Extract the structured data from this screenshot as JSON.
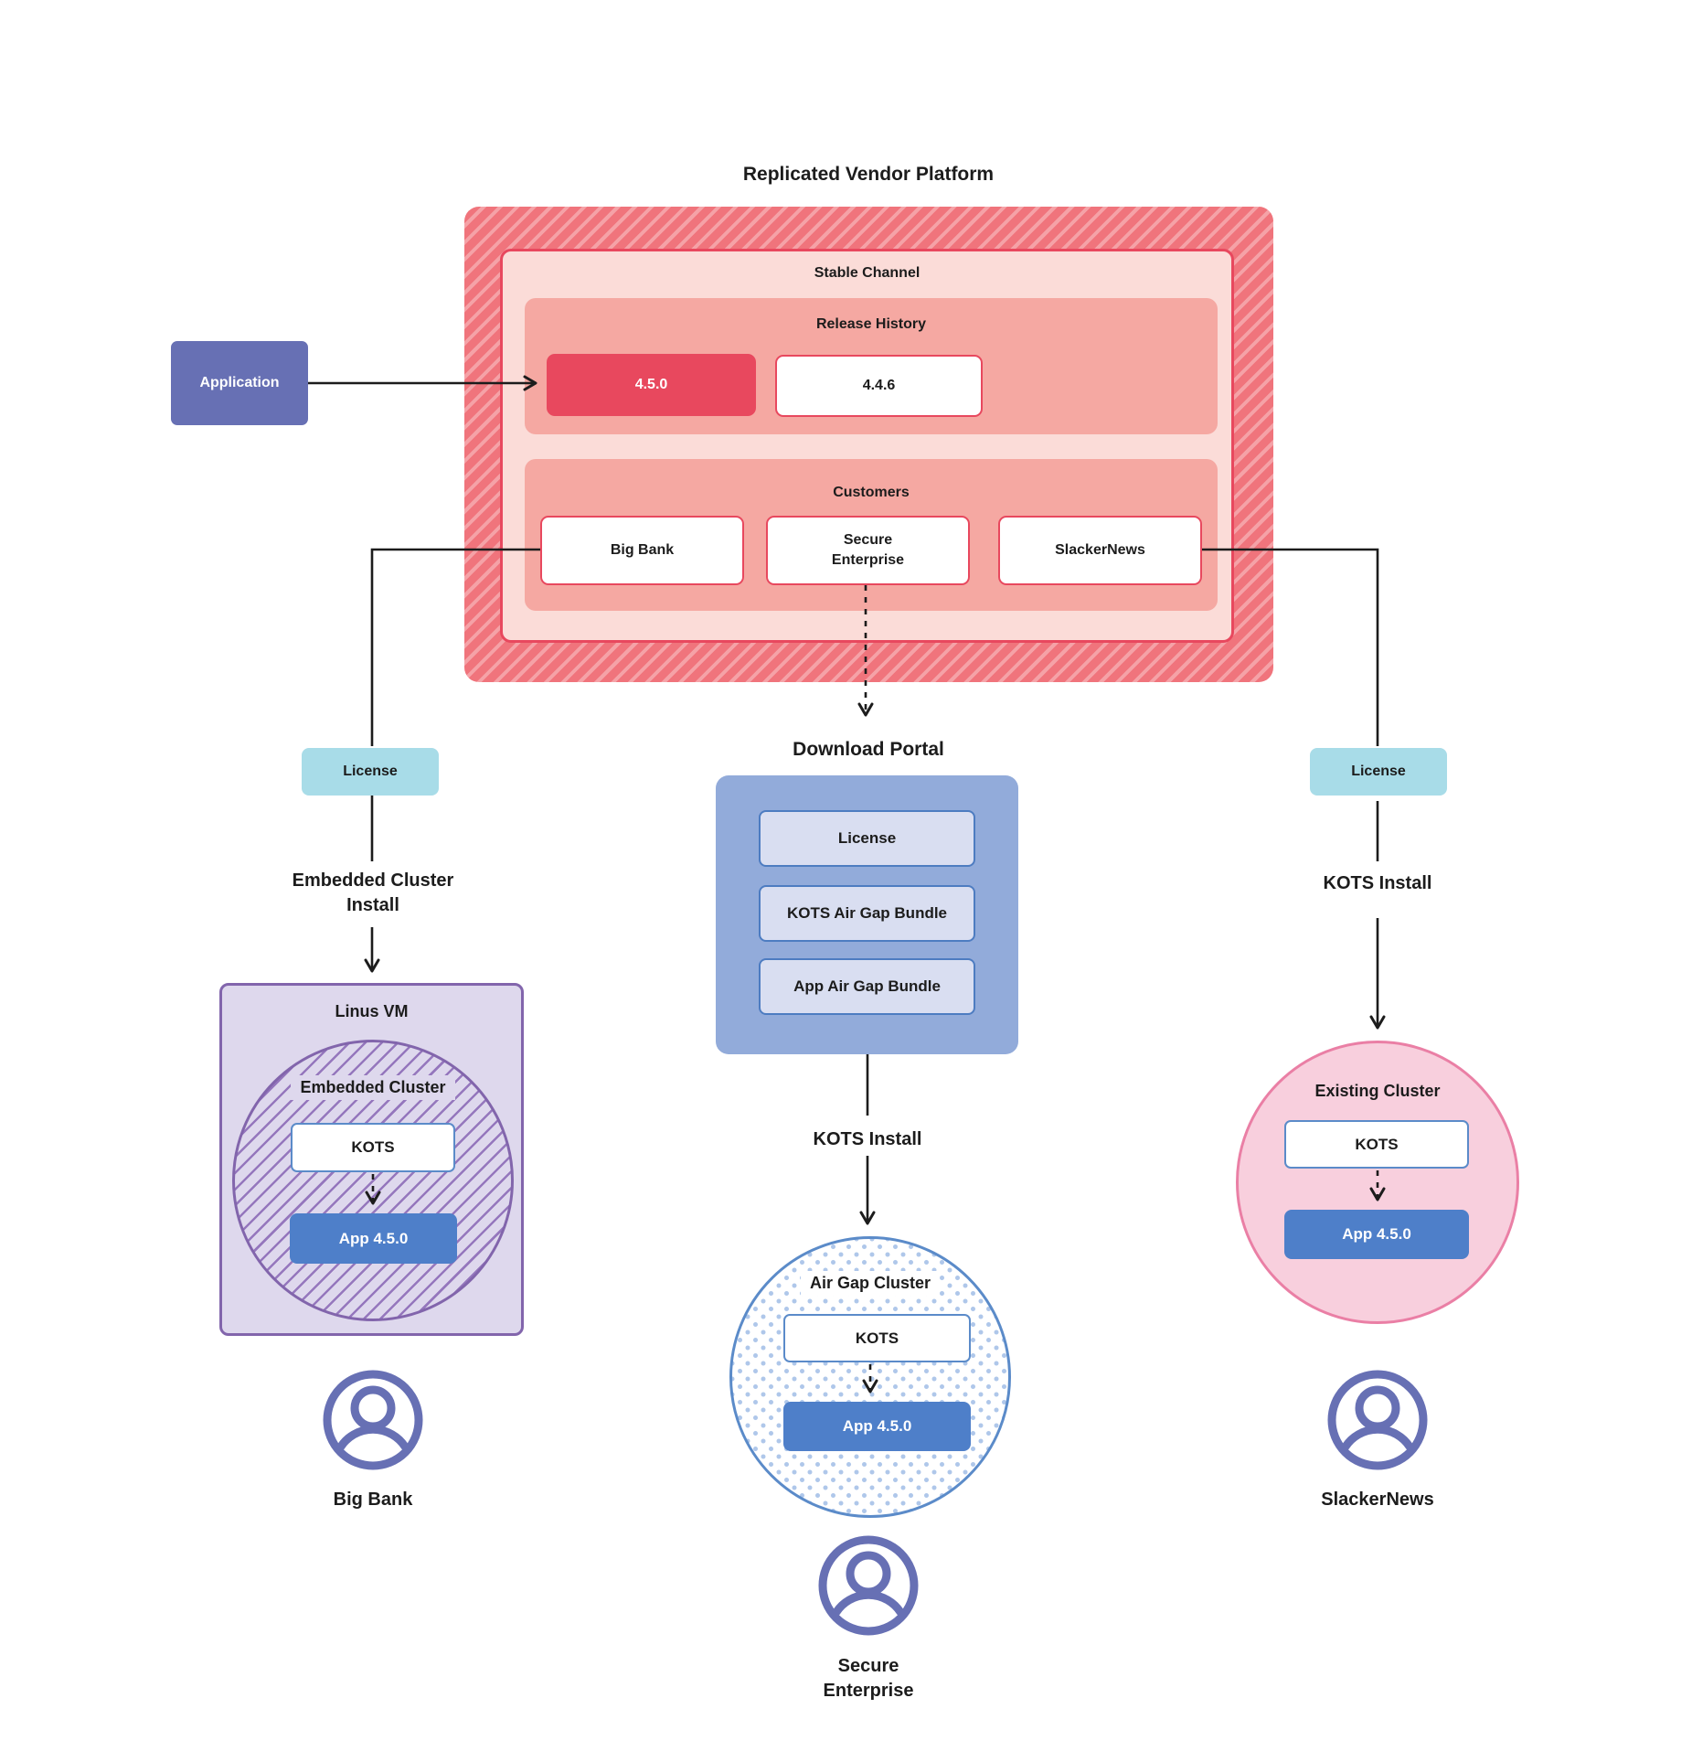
{
  "title": "Replicated Vendor Platform",
  "colors": {
    "accent_red": "#E8485E",
    "striped_red": "#F0747C",
    "stable_pink": "#FBDCD8",
    "section_salmon": "#F5A8A2",
    "application_purple": "#6770B4",
    "license_teal": "#A8DCE8",
    "portal_blue": "#92ABDA",
    "portal_item_blue": "#D9DEF1",
    "app_version_blue": "#4E7FC9",
    "vm_lavender": "#DED8ED",
    "vm_purple_border": "#8265AC",
    "existing_cluster_pink": "#F8CFDD",
    "airgap_dot_blue": "#AFC7EA",
    "user_icon_purple": "#6770B4"
  },
  "platform": {
    "stable_channel": "Stable Channel",
    "release_history": {
      "label": "Release History",
      "current_release": "4.5.0",
      "previous_release": "4.4.6"
    },
    "customers": {
      "label": "Customers",
      "items": [
        "Big Bank",
        "Secure Enterprise",
        "SlackerNews"
      ]
    }
  },
  "application": {
    "label": "Application"
  },
  "left_branch": {
    "license": "License",
    "install_method": "Embedded Cluster Install",
    "vm_label": "Linus VM",
    "cluster_label": "Embedded Cluster",
    "kots": "KOTS",
    "app": "App 4.5.0",
    "customer": "Big Bank"
  },
  "center_branch": {
    "portal_title": "Download Portal",
    "portal_items": [
      "License",
      "KOTS Air Gap Bundle",
      "App Air Gap Bundle"
    ],
    "install_method": "KOTS Install",
    "cluster_label": "Air Gap Cluster",
    "kots": "KOTS",
    "app": "App 4.5.0",
    "customer": "Secure Enterprise"
  },
  "right_branch": {
    "license": "License",
    "install_method": "KOTS Install",
    "cluster_label": "Existing Cluster",
    "kots": "KOTS",
    "app": "App 4.5.0",
    "customer": "SlackerNews"
  }
}
